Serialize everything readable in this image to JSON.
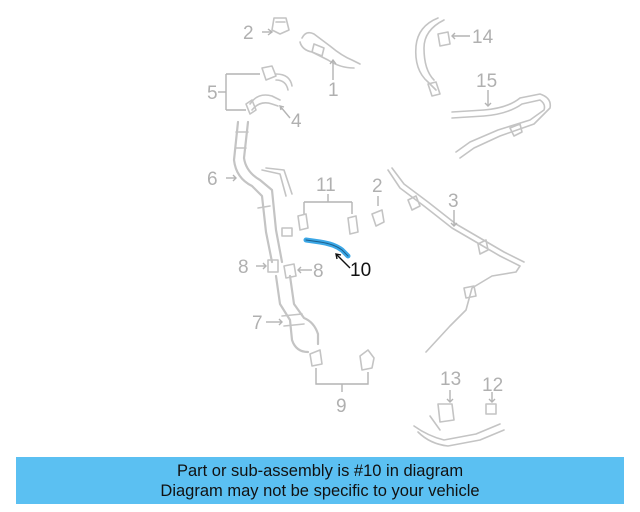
{
  "diagram": {
    "callouts": {
      "c1": "1",
      "c2a": "2",
      "c2b": "2",
      "c3": "3",
      "c4": "4",
      "c5": "5",
      "c6": "6",
      "c7": "7",
      "c8a": "8",
      "c8b": "8",
      "c9": "9",
      "c10": "10",
      "c11": "11",
      "c12": "12",
      "c13": "13",
      "c14": "14",
      "c15": "15"
    },
    "highlight_color": "#3ba7e6",
    "part_color": "#c4c4c4"
  },
  "banner": {
    "line1": "Part or sub-assembly is #10 in diagram",
    "line2": "Diagram may not be specific to your vehicle",
    "color": "#5bc0f2"
  }
}
